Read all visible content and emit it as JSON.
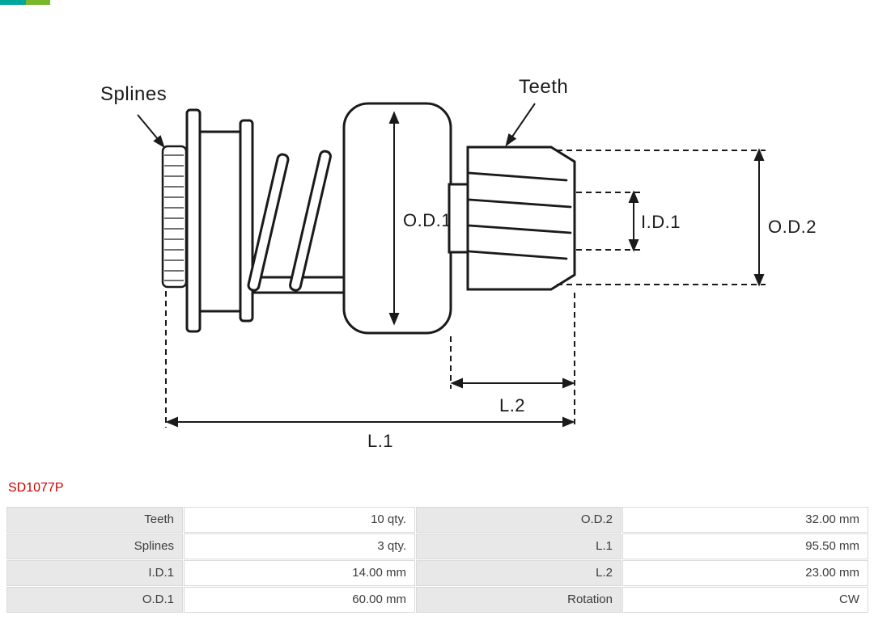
{
  "part_number": "SD1077P",
  "colors": {
    "part_number_red": "#cc0000",
    "table_label_bg": "#e8e8e8",
    "table_border": "#d9d9d9",
    "drawing_line": "#1a1a1a",
    "logo_teal": "#00a79d",
    "logo_green": "#76b82a"
  },
  "diagram": {
    "callouts": {
      "splines": "Splines",
      "teeth": "Teeth"
    },
    "dimensions": {
      "od1": "O.D.1",
      "id1": "I.D.1",
      "od2": "O.D.2",
      "l1": "L.1",
      "l2": "L.2"
    }
  },
  "table": {
    "rows": [
      {
        "left": {
          "label": "Teeth",
          "value": "10 qty."
        },
        "right": {
          "label": "O.D.2",
          "value": "32.00 mm"
        }
      },
      {
        "left": {
          "label": "Splines",
          "value": "3 qty."
        },
        "right": {
          "label": "L.1",
          "value": "95.50 mm"
        }
      },
      {
        "left": {
          "label": "I.D.1",
          "value": "14.00 mm"
        },
        "right": {
          "label": "L.2",
          "value": "23.00 mm"
        }
      },
      {
        "left": {
          "label": "O.D.1",
          "value": "60.00 mm"
        },
        "right": {
          "label": "Rotation",
          "value": "CW"
        }
      }
    ]
  }
}
